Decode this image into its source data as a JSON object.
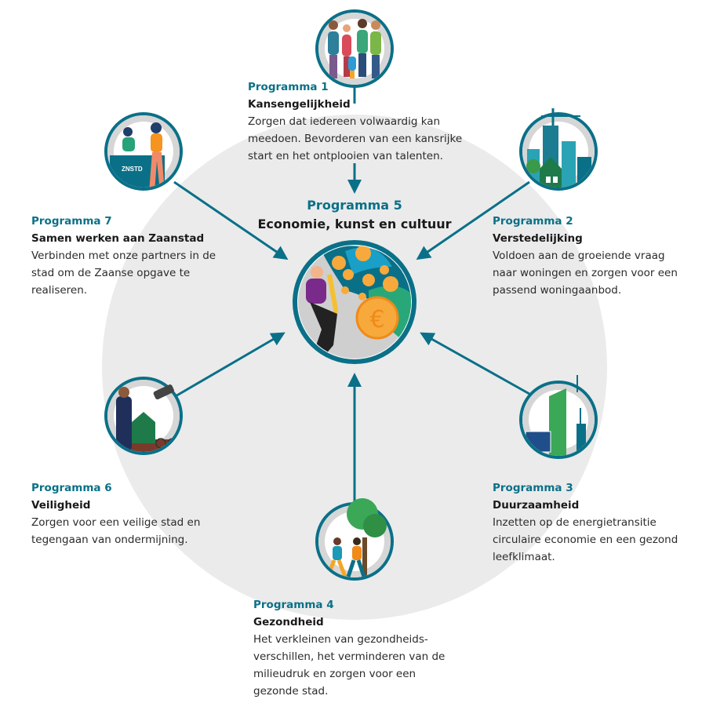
{
  "colors": {
    "teal": "#0a7088",
    "circle_bg": "#ebebeb",
    "ring_gray": "#c9c9c9"
  },
  "center": {
    "label": "Programma 5",
    "title": "Economie, kunst en cultuur",
    "icon": "saxophone-euro-coins-icon"
  },
  "programs": [
    {
      "id": "p1",
      "label": "Programma 1",
      "title": "Kansengelijkheid",
      "lines": [
        "Zorgen dat iedereen volwaardig kan",
        "meedoen. Bevorderen van een kansrijke",
        "start en het ontplooien van talenten."
      ],
      "icon": "family-icon"
    },
    {
      "id": "p2",
      "label": "Programma 2",
      "title": "Verstedelijking",
      "lines": [
        "Voldoen aan de groeiende vraag",
        "naar woningen en zorgen voor een",
        "passend woningaanbod."
      ],
      "icon": "city-construction-icon"
    },
    {
      "id": "p3",
      "label": "Programma 3",
      "title": "Duurzaamheid",
      "lines": [
        "Inzetten op de energietransitie",
        "circulaire economie en een gezond",
        "leefklimaat."
      ],
      "icon": "solar-wind-icon"
    },
    {
      "id": "p4",
      "label": "Programma 4",
      "title": "Gezondheid",
      "lines": [
        "Het verkleinen van gezondheids-",
        "verschillen, het verminderen van de",
        "milieudruk en zorgen voor een",
        "gezonde stad."
      ],
      "icon": "runners-tree-icon"
    },
    {
      "id": "p6",
      "label": "Programma 6",
      "title": "Veiligheid",
      "lines": [
        "Zorgen voor een veilige stad en",
        "tegengaan van ondermijning."
      ],
      "icon": "police-camera-icon"
    },
    {
      "id": "p7",
      "label": "Programma 7",
      "title": "Samen werken aan Zaanstad",
      "lines": [
        "Verbinden met onze partners in de",
        "stad om de Zaanse opgave te",
        "realiseren."
      ],
      "icon": "reception-desk-icon",
      "desk_text": "ZNSTD"
    }
  ]
}
